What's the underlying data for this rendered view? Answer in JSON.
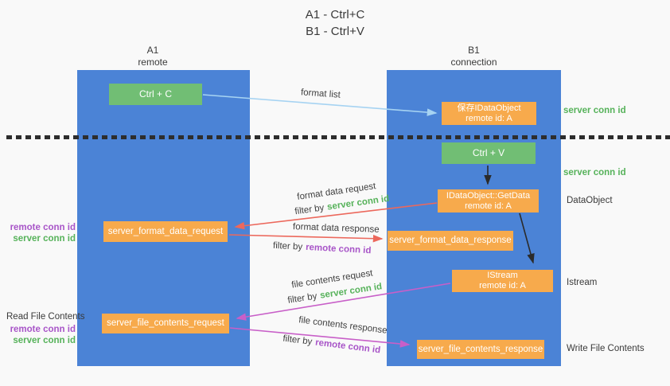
{
  "title": {
    "line1": "A1 - Ctrl+C",
    "line2": "B1 - Ctrl+V"
  },
  "lifelines": {
    "left": {
      "name": "A1",
      "subtitle": "remote"
    },
    "right": {
      "name": "B1",
      "subtitle": "connection"
    }
  },
  "nodes": {
    "ctrl_c": {
      "label": "Ctrl + C"
    },
    "ctrl_v": {
      "label": "Ctrl + V"
    },
    "save_dataobject": {
      "line1": "保存IDataObject",
      "line2": "remote id: A"
    },
    "getdata": {
      "line1": "IDataObject::GetData",
      "line2": "remote id: A"
    },
    "istream": {
      "line1": "IStream",
      "line2": "remote id: A"
    },
    "server_format_data_request": {
      "label": "server_format_data_request"
    },
    "server_format_data_response": {
      "label": "server_format_data_response"
    },
    "server_file_contents_request": {
      "label": "server_file_contents_request"
    },
    "server_file_contents_response": {
      "label": "server_file_contents_response"
    }
  },
  "edge_labels": {
    "format_list": "format list",
    "format_data_request": "format data request",
    "format_data_response": "format data response",
    "file_contents_request": "file contents request",
    "file_contents_response": "file contents response",
    "filter_by": "filter by",
    "server_conn_id": "server conn id",
    "remote_conn_id": "remote conn id"
  },
  "side_labels": {
    "server_conn_id_top": "server conn id",
    "server_conn_id_mid": "server conn id",
    "dataobject": "DataObject",
    "istream": "Istream",
    "write_file_contents": "Write File Contents",
    "read_file_contents": "Read File Contents",
    "left_block_1": {
      "remote": "remote conn id",
      "server": "server conn id"
    },
    "left_block_2": {
      "remote": "remote conn id",
      "server": "server conn id"
    }
  },
  "colors": {
    "lifeline_blue": "#4b83d6",
    "box_green": "#71be74",
    "box_orange": "#f7aa4c",
    "arrow_light_blue": "#a6d3f2",
    "arrow_red": "#ec685c",
    "arrow_magenta": "#c85fc8",
    "arrow_black": "#2b2b2b",
    "text_green": "#56b25a",
    "text_purple": "#a855c8"
  }
}
